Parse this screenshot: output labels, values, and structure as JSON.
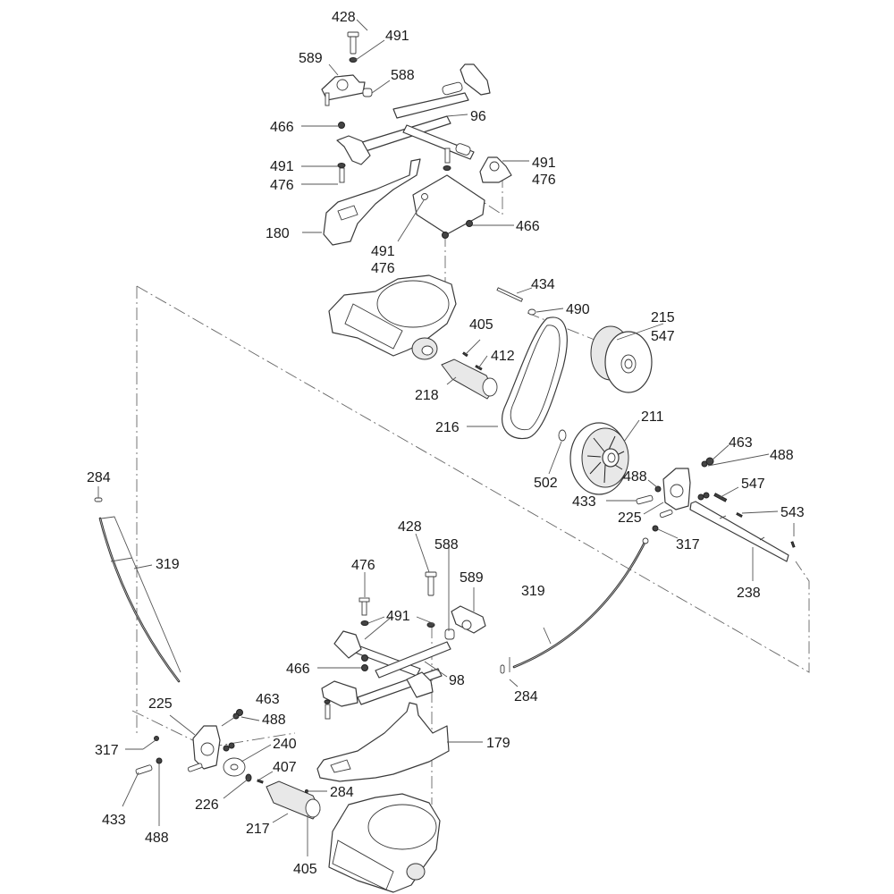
{
  "diagram": {
    "type": "exploded-parts-diagram",
    "subject": "Gearbox, drive belt, pulleys, tie-rod cross shafts and speed cables",
    "callouts": {
      "top_428": "428",
      "top_491_a": "491",
      "top_589": "589",
      "top_588": "588",
      "top_96": "96",
      "top_466_a": "466",
      "top_491_b": "491",
      "top_476_b": "476",
      "top_491_c": "491",
      "top_476_c": "476",
      "top_180": "180",
      "top_466_b": "466",
      "top_491_d": "491",
      "top_476_d": "476",
      "mid_434": "434",
      "mid_490": "490",
      "mid_215": "215",
      "mid_547_a": "547",
      "mid_405": "405",
      "mid_412": "412",
      "mid_218": "218",
      "mid_216": "216",
      "mid_211": "211",
      "mid_502": "502",
      "right_463": "463",
      "right_488_a": "488",
      "right_488_b": "488",
      "right_547": "547",
      "right_433": "433",
      "right_225": "225",
      "right_543": "543",
      "right_317": "317",
      "right_238": "238",
      "right_319": "319",
      "right_284": "284",
      "left_284": "284",
      "left_319": "319",
      "bot_428": "428",
      "bot_588": "588",
      "bot_476": "476",
      "bot_589": "589",
      "bot_491": "491",
      "bot_466": "466",
      "bot_98": "98",
      "bot_179": "179",
      "bl_225": "225",
      "bl_463": "463",
      "bl_488_a": "488",
      "bl_317": "317",
      "bl_240": "240",
      "bl_407": "407",
      "bl_284": "284",
      "bl_226": "226",
      "bl_433": "433",
      "bl_217": "217",
      "bl_488_b": "488",
      "bl_405": "405"
    }
  }
}
